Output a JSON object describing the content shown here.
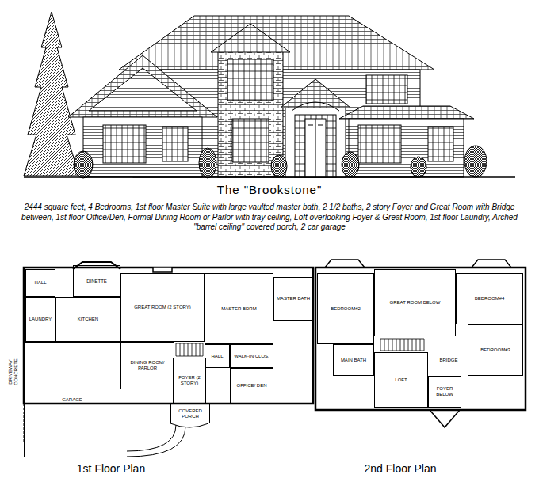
{
  "diagram": {
    "title": "The \"Brookstone\"",
    "caption": "2444 square feet, 4 Bedrooms, 1st floor Master Suite with large vaulted master bath, 2 1/2 baths, 2 story Foyer and Great Room with Bridge between, 1st floor Office/Den, Formal Dining Room or Parlor with tray ceiling, Loft overlooking Foyer & Great Room, 1st floor Laundry, Arched \"barrel ceiling\" covered porch, 2 car garage",
    "nodes": [
      {
        "text": [
          "DINETTE"
        ]
      },
      {
        "text": [
          "HALL"
        ]
      },
      {
        "text": [
          "LAUNDRY"
        ]
      },
      {
        "text": [
          "KITCHEN"
        ]
      },
      {
        "text": [
          "GREAT ROOM (2 STORY)"
        ]
      },
      {
        "text": [
          "MASTER BDRM"
        ]
      },
      {
        "text": [
          "MASTER BATH"
        ]
      },
      {
        "text": [
          "WALK-IN CLOS."
        ]
      },
      {
        "text": [
          "HALL"
        ]
      },
      {
        "text": [
          "DINING ROOM/ PARLOR"
        ]
      },
      {
        "text": [
          "FOYER (2 STORY)"
        ]
      },
      {
        "text": [
          "OFFICE/ DEN"
        ]
      },
      {
        "text": [
          "GARAGE"
        ]
      },
      {
        "text": [
          "COVERED PORCH"
        ]
      },
      {
        "text": [
          "BEDROOM#2"
        ]
      },
      {
        "text": [
          "GREAT ROOM BELOW"
        ]
      },
      {
        "text": [
          "BEDROOM#4"
        ]
      },
      {
        "text": [
          "BEDROOM#3"
        ]
      },
      {
        "text": [
          "MAIN BATH"
        ]
      },
      {
        "text": [
          "LOFT"
        ]
      },
      {
        "text": [
          "FOYER BELOW"
        ]
      }
    ],
    "labels": [
      "1st Floor Plan",
      "2nd Floor Plan",
      "BRIDGE",
      "DRIVEWAY CONCRETE"
    ]
  }
}
